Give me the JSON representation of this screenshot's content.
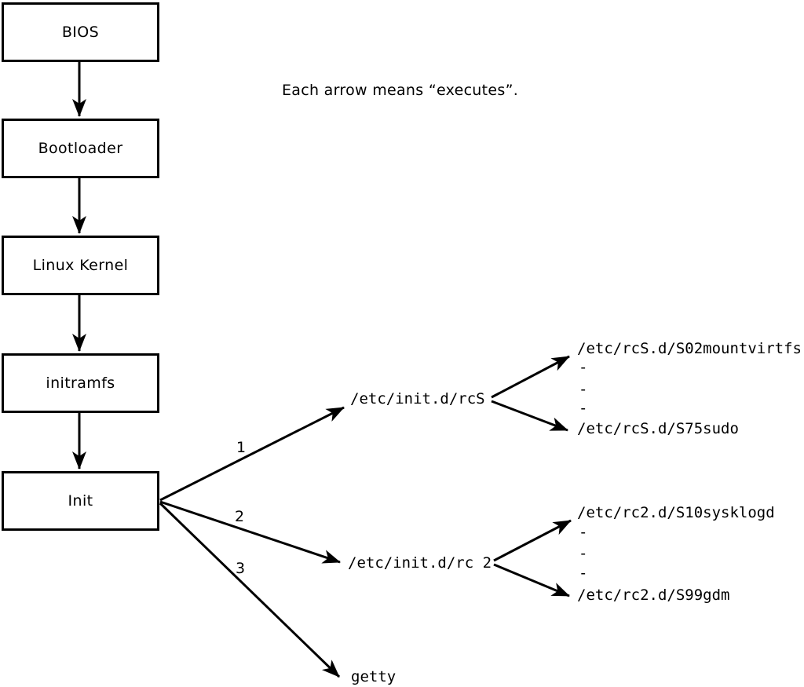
{
  "caption": "Each arrow means “executes”.",
  "boxes": [
    "BIOS",
    "Bootloader",
    "Linux Kernel",
    "initramfs",
    "Init"
  ],
  "arrow_labels": [
    "1",
    "2",
    "3"
  ],
  "rcS": {
    "target": "/etc/init.d/rcS",
    "items": [
      "/etc/rcS.d/S02mountvirtfs",
      "-",
      "-",
      "-",
      "/etc/rcS.d/S75sudo"
    ]
  },
  "rc2": {
    "target": "/etc/init.d/rc 2",
    "items": [
      "/etc/rc2.d/S10sysklogd",
      "-",
      "-",
      "-",
      "/etc/rc2.d/S99gdm"
    ]
  },
  "getty_label": "getty",
  "colors": {
    "ink": "#000000",
    "background": "#ffffff"
  }
}
